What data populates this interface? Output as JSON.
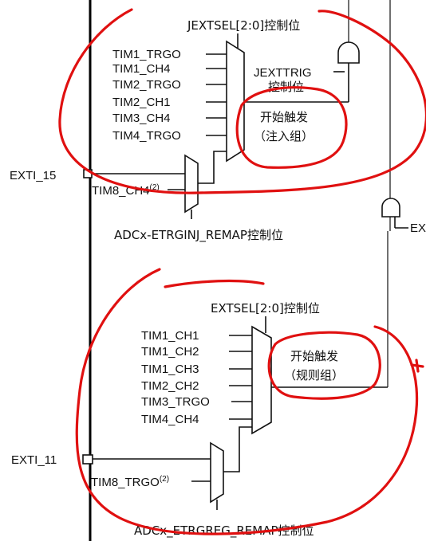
{
  "injected": {
    "select_label": "JEXTSEL[2:0]控制位",
    "inputs": [
      "TIM1_TRGO",
      "TIM1_CH4",
      "TIM2_TRGO",
      "TIM2_CH1",
      "TIM3_CH4",
      "TIM4_TRGO"
    ],
    "trig_label_line1": "JEXTTRIG",
    "trig_label_line2": "控制位",
    "start_line1": "开始触发",
    "start_line2": "（注入组）",
    "exti_label": "EXTI_15",
    "tim8_label": "TIM8_CH4",
    "tim8_sup": "(2)",
    "remap_label": "ADCx-ETRGINJ_REMAP控制位"
  },
  "regular": {
    "select_label": "EXTSEL[2:0]控制位",
    "inputs": [
      "TIM1_CH1",
      "TIM1_CH2",
      "TIM1_CH3",
      "TIM2_CH2",
      "TIM3_TRGO",
      "TIM4_CH4"
    ],
    "start_line1": "开始触发",
    "start_line2": "（规则组）",
    "exti_label": "EXTI_11",
    "tim8_label": "TIM8_TRGO",
    "tim8_sup": "(2)",
    "remap_label": "ADCx_ETRGREG_REMAP控制位"
  },
  "right_edge_label": "EX"
}
